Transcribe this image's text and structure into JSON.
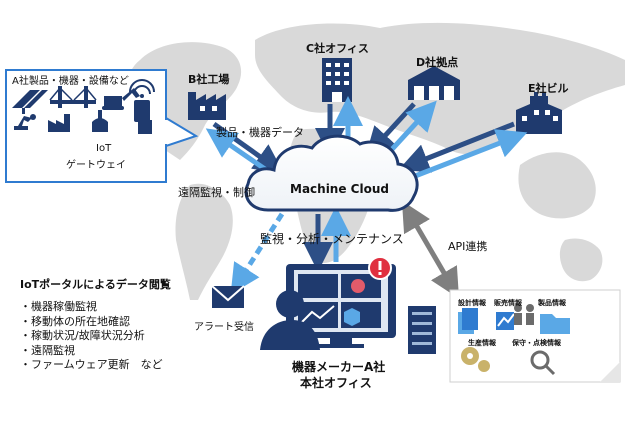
{
  "gateway_box": {
    "title": "A社製品・機器・設備など",
    "gateway_label_line1": "IoT",
    "gateway_label_line2": "ゲートウェイ"
  },
  "sites": {
    "b_factory": "B社工場",
    "c_office": "C社オフィス",
    "d_base": "D社拠点",
    "e_building": "E社ビル"
  },
  "cloud": {
    "label": "Machine Cloud"
  },
  "links": {
    "product_data": "製品・機器データ",
    "remote_control": "遠隔監視・制御",
    "monitoring": "監視・分析・メンテナンス",
    "api": "API連携"
  },
  "alert": {
    "label": "アラート受信"
  },
  "headquarters": {
    "line1": "機器メーカーA社",
    "line2": "本社オフィス"
  },
  "portal": {
    "title": "IoTポータルによるデータ閲覧",
    "items": [
      "・機器稼働監視",
      "・移動体の所在地確認",
      "・稼動状況/故障状況分析",
      "・遠隔監視",
      "・ファームウェア更新　など"
    ]
  },
  "systems": {
    "design": "設計情報",
    "sales": "販売情報",
    "product": "製品情報",
    "production": "生産情報",
    "maintenance": "保守・点検情報"
  },
  "colors": {
    "navy": "#1f3a6e",
    "blue": "#2f6fb6",
    "light_blue": "#5aa8e6",
    "gray_arrow": "#7f7f7f",
    "map": "#d9d9d9"
  }
}
